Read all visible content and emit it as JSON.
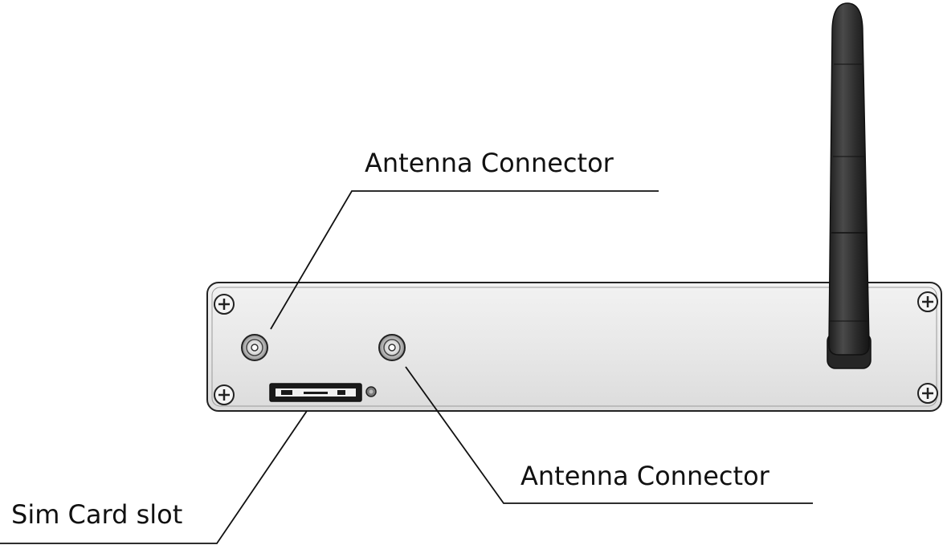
{
  "labels": {
    "antenna_connector_top": "Antenna Connector",
    "antenna_connector_bottom": "Antenna Connector",
    "sim_card_slot": "Sim Card slot"
  },
  "colors": {
    "panel_fill": "#ececec",
    "panel_stroke": "#222222",
    "antenna_fill": "#2f2f2f",
    "leader_line": "#111111"
  },
  "icons": {
    "screw": "screw-icon",
    "connector": "connector-icon",
    "antenna": "antenna-icon",
    "led": "led-icon"
  }
}
